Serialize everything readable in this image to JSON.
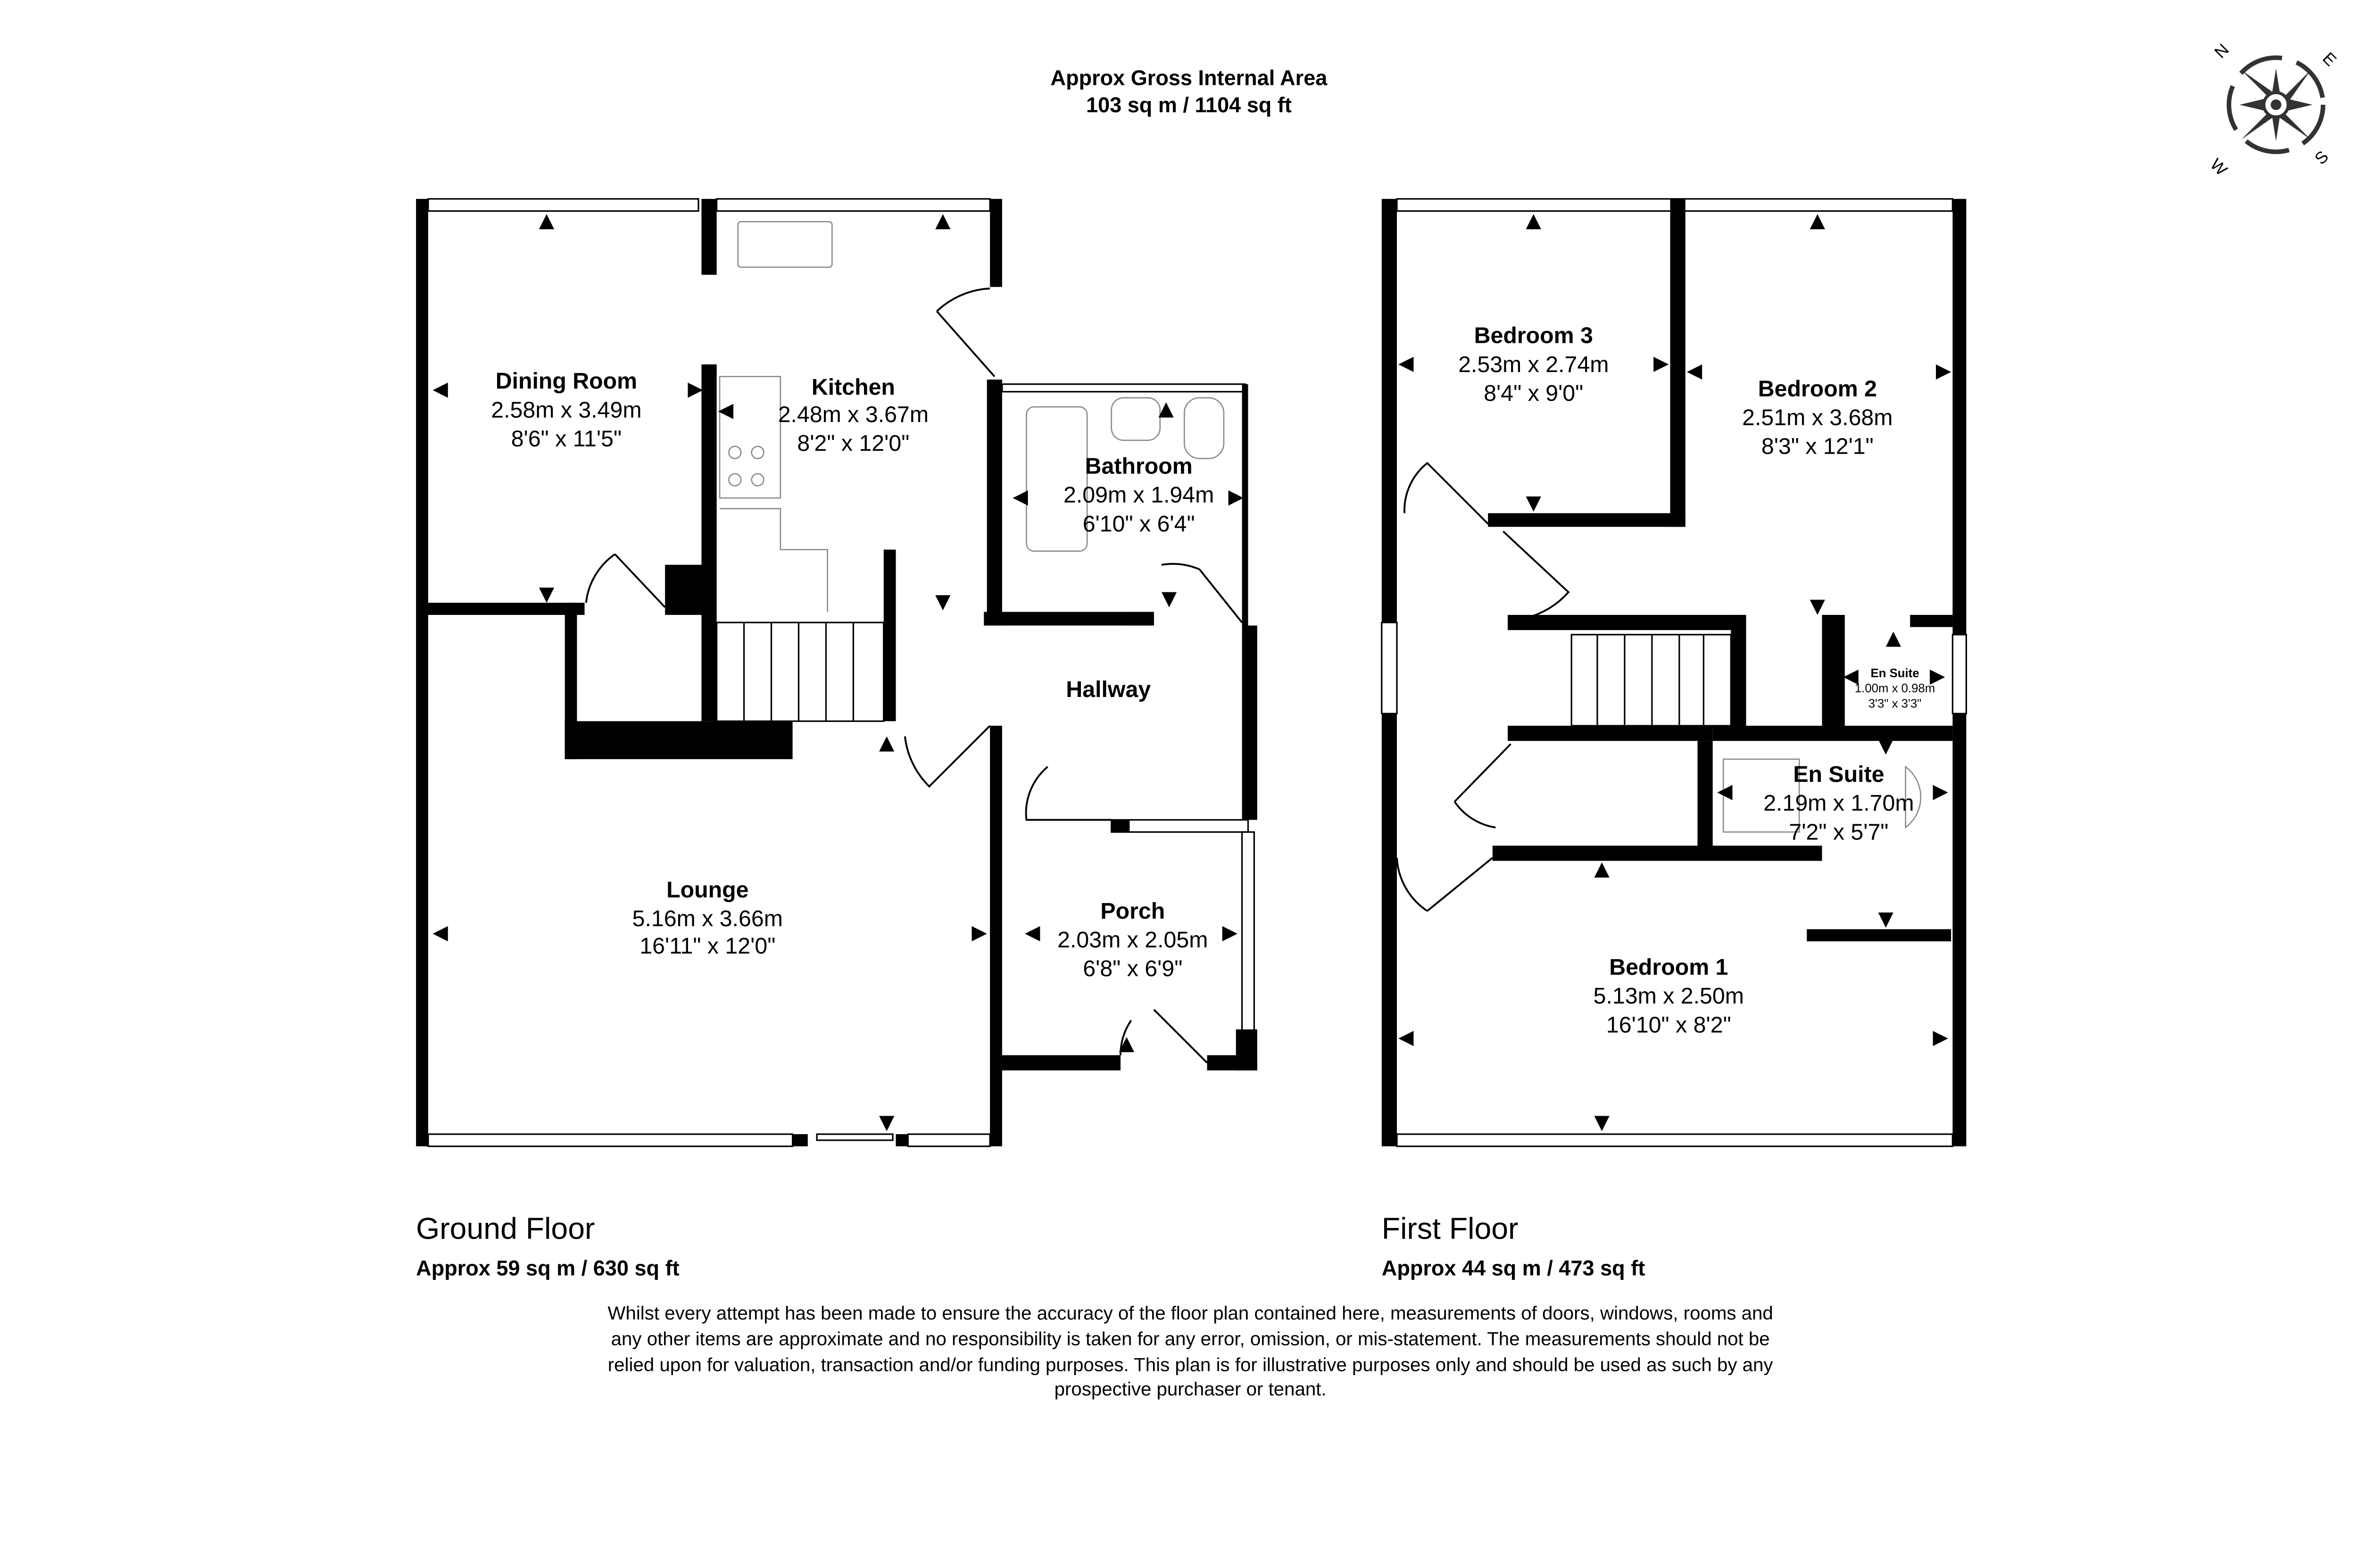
{
  "header": {
    "title": "Approx Gross Internal Area",
    "area": "103 sq m / 1104 sq ft"
  },
  "compass": {
    "n": "N",
    "e": "E",
    "s": "S",
    "w": "W",
    "icon": "compass-rose-icon"
  },
  "ground_floor": {
    "label": "Ground Floor",
    "area": "Approx 59 sq m / 630 sq ft",
    "rooms": [
      {
        "name": "Dining Room",
        "metric": "2.58m x 3.49m",
        "imperial": "8'6\" x 11'5\""
      },
      {
        "name": "Kitchen",
        "metric": "2.48m x 3.67m",
        "imperial": "8'2\" x 12'0\""
      },
      {
        "name": "Bathroom",
        "metric": "2.09m x 1.94m",
        "imperial": "6'10\" x 6'4\""
      },
      {
        "name": "Hallway"
      },
      {
        "name": "Lounge",
        "metric": "5.16m x 3.66m",
        "imperial": "16'11\" x 12'0\""
      },
      {
        "name": "Porch",
        "metric": "2.03m x 2.05m",
        "imperial": "6'8\" x 6'9\""
      }
    ]
  },
  "first_floor": {
    "label": "First Floor",
    "area": "Approx 44 sq m / 473 sq ft",
    "rooms": [
      {
        "name": "Bedroom 3",
        "metric": "2.53m x 2.74m",
        "imperial": "8'4\" x 9'0\""
      },
      {
        "name": "Bedroom 2",
        "metric": "2.51m x 3.68m",
        "imperial": "8'3\" x 12'1\""
      },
      {
        "name": "En Suite",
        "metric": "1.00m x 0.98m",
        "imperial": "3'3\" x 3'3\""
      },
      {
        "name": "En Suite",
        "metric": "2.19m x 1.70m",
        "imperial": "7'2\" x 5'7\""
      },
      {
        "name": "Bedroom 1",
        "metric": "5.13m x 2.50m",
        "imperial": "16'10\" x 8'2\""
      }
    ]
  },
  "disclaimer": [
    "Whilst every attempt has been made to ensure the accuracy of the floor plan contained here, measurements of doors, windows, rooms and",
    "any other items are approximate and no responsibility is taken for any error, omission, or mis-statement. The measurements should not be",
    "relied upon for valuation, transaction and/or funding purposes. This plan is for illustrative purposes only and should be used as such by any",
    "prospective purchaser or tenant."
  ]
}
